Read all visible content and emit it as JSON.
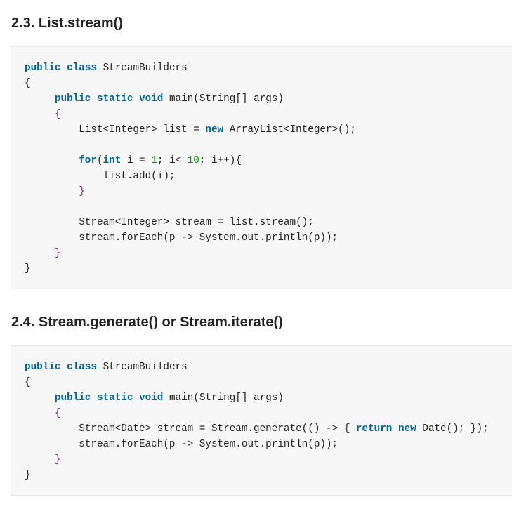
{
  "sections": [
    {
      "title": "2.3. List.stream()",
      "code": [
        [
          [
            "kw",
            "public"
          ],
          [
            "t",
            " "
          ],
          [
            "kw",
            "class"
          ],
          [
            "t",
            " StreamBuilders"
          ]
        ],
        [
          [
            "t",
            "{"
          ]
        ],
        [
          [
            "t",
            "     "
          ],
          [
            "kw",
            "public"
          ],
          [
            "t",
            " "
          ],
          [
            "kw",
            "static"
          ],
          [
            "t",
            " "
          ],
          [
            "kw",
            "void"
          ],
          [
            "t",
            " main(String[] args)"
          ]
        ],
        [
          [
            "t",
            "     "
          ],
          [
            "br",
            "{"
          ]
        ],
        [
          [
            "t",
            "         List<Integer> list = "
          ],
          [
            "kw",
            "new"
          ],
          [
            "t",
            " ArrayList<Integer>();"
          ]
        ],
        [
          [
            "t",
            ""
          ]
        ],
        [
          [
            "t",
            "         "
          ],
          [
            "kw",
            "for"
          ],
          [
            "t",
            "("
          ],
          [
            "kw",
            "int"
          ],
          [
            "t",
            " i = "
          ],
          [
            "num",
            "1"
          ],
          [
            "t",
            "; i< "
          ],
          [
            "num",
            "10"
          ],
          [
            "t",
            "; i++){"
          ]
        ],
        [
          [
            "t",
            "             list.add(i);"
          ]
        ],
        [
          [
            "t",
            "         "
          ],
          [
            "br",
            "}"
          ]
        ],
        [
          [
            "t",
            ""
          ]
        ],
        [
          [
            "t",
            "         Stream<Integer> stream = list.stream();"
          ]
        ],
        [
          [
            "t",
            "         stream.forEach(p -> System.out.println(p));"
          ]
        ],
        [
          [
            "t",
            "     "
          ],
          [
            "br",
            "}"
          ]
        ],
        [
          [
            "t",
            "}"
          ]
        ]
      ]
    },
    {
      "title": "2.4. Stream.generate() or Stream.iterate()",
      "code": [
        [
          [
            "kw",
            "public"
          ],
          [
            "t",
            " "
          ],
          [
            "kw",
            "class"
          ],
          [
            "t",
            " StreamBuilders"
          ]
        ],
        [
          [
            "t",
            "{"
          ]
        ],
        [
          [
            "t",
            "     "
          ],
          [
            "kw",
            "public"
          ],
          [
            "t",
            " "
          ],
          [
            "kw",
            "static"
          ],
          [
            "t",
            " "
          ],
          [
            "kw",
            "void"
          ],
          [
            "t",
            " main(String[] args)"
          ]
        ],
        [
          [
            "t",
            "     "
          ],
          [
            "br",
            "{"
          ]
        ],
        [
          [
            "t",
            "         Stream<Date> stream = Stream.generate(() -> { "
          ],
          [
            "kw",
            "return"
          ],
          [
            "t",
            " "
          ],
          [
            "kw",
            "new"
          ],
          [
            "t",
            " Date(); });"
          ]
        ],
        [
          [
            "t",
            "         stream.forEach(p -> System.out.println(p));"
          ]
        ],
        [
          [
            "t",
            "     "
          ],
          [
            "br",
            "}"
          ]
        ],
        [
          [
            "t",
            "}"
          ]
        ]
      ]
    }
  ],
  "colors": {
    "keyword": "#006699",
    "number": "#009900",
    "code_bg": "#f7f7f7"
  }
}
